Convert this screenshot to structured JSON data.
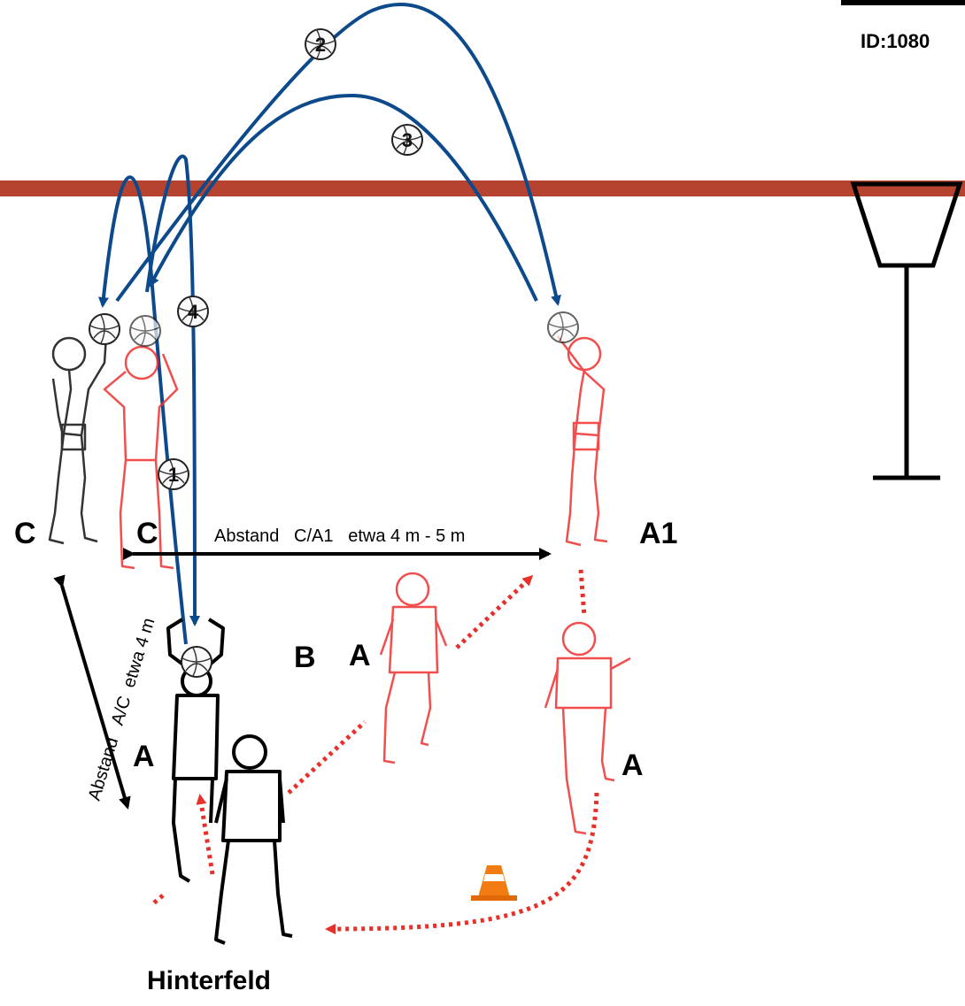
{
  "header": {
    "id_label": "ID:1080"
  },
  "labels": {
    "c_left": "C",
    "c_red": "C",
    "a1": "A1",
    "a_left": "A",
    "a_middle": "A",
    "a_right": "A",
    "b": "B",
    "bottom": "Hinterfeld"
  },
  "measurements": {
    "horizontal": "Abstand   C/A1   etwa 4 m - 5 m",
    "diagonal": "Abstand   A/C  etwa 4 m"
  },
  "pass_numbers": [
    "1",
    "2",
    "3",
    "4"
  ],
  "colors": {
    "net": "#b5432f",
    "pass_path": "#0d4a8c",
    "run_path": "#e8302a",
    "active_player": "#000000",
    "ghost_player": "#f03030",
    "cone": "#f07c12"
  },
  "icons": [
    "volleyball-icon",
    "traffic-cone-icon",
    "referee-stand-icon"
  ]
}
